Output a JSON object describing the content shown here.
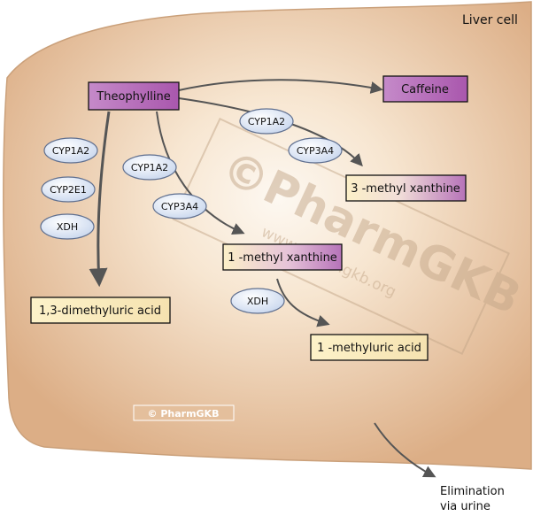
{
  "cell_label": "Liver cell",
  "drug": "Theophylline",
  "products": {
    "caffeine": "Caffeine",
    "methylxanthine3": "3 -methyl xanthine",
    "methylxanthine1": "1 -methyl xanthine",
    "dimethyluric": "1,3-dimethyluric acid",
    "methyluric": "1 -methyluric acid"
  },
  "enzymes": {
    "left_1": "CYP1A2",
    "left_2": "CYP2E1",
    "left_3": "XDH",
    "mid_1": "CYP1A2",
    "mid_2": "CYP3A4",
    "top_1": "CYP1A2",
    "top_2": "CYP3A4",
    "xdh_lower": "XDH"
  },
  "elimination": {
    "line1": "Elimination",
    "line2": "via urine"
  },
  "watermark": {
    "title": "©PharmGKB",
    "url": "www.pharmgkb.org"
  },
  "copyright": "© PharmGKB",
  "colors": {
    "cell_fill": "#f1d7b5",
    "cell_edge": "#d9ab7f",
    "drug_purple": "#b565b8",
    "product_yellow": "#fbeec4",
    "enzyme_fill": "#dde8f6",
    "enzyme_stroke": "#6b7ea0",
    "arrow": "#555555"
  }
}
